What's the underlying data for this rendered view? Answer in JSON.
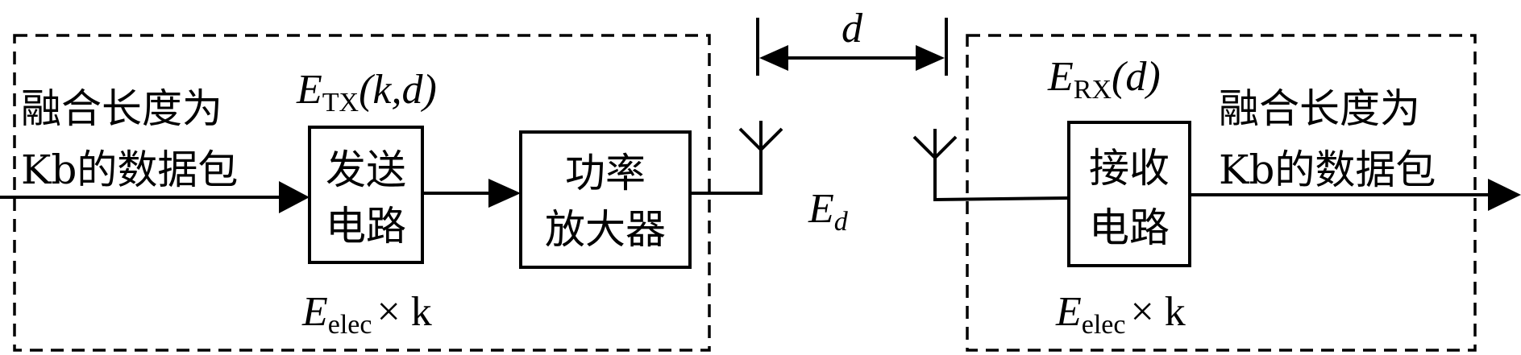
{
  "transmitter": {
    "input_label_line1": "融合长度为",
    "input_label_line2": "Kb的数据包",
    "energy_E": "E",
    "energy_sub": "TX",
    "energy_args": "(k,d)",
    "send_circuit_line1": "发送",
    "send_circuit_line2": "电路",
    "amplifier_line1": "功率",
    "amplifier_line2": "放大器",
    "elec_E": "E",
    "elec_sub": "elec",
    "elec_times_k": "× k"
  },
  "channel": {
    "distance_label": "d",
    "energy_E": "E",
    "energy_sub": "d"
  },
  "receiver": {
    "energy_E": "E",
    "energy_sub": "RX",
    "energy_args": "(d)",
    "receive_circuit_line1": "接收",
    "receive_circuit_line2": "电路",
    "output_label_line1": "融合长度为",
    "output_label_line2": "Kb的数据包",
    "elec_E": "E",
    "elec_sub": "elec",
    "elec_times_k": "× k"
  }
}
